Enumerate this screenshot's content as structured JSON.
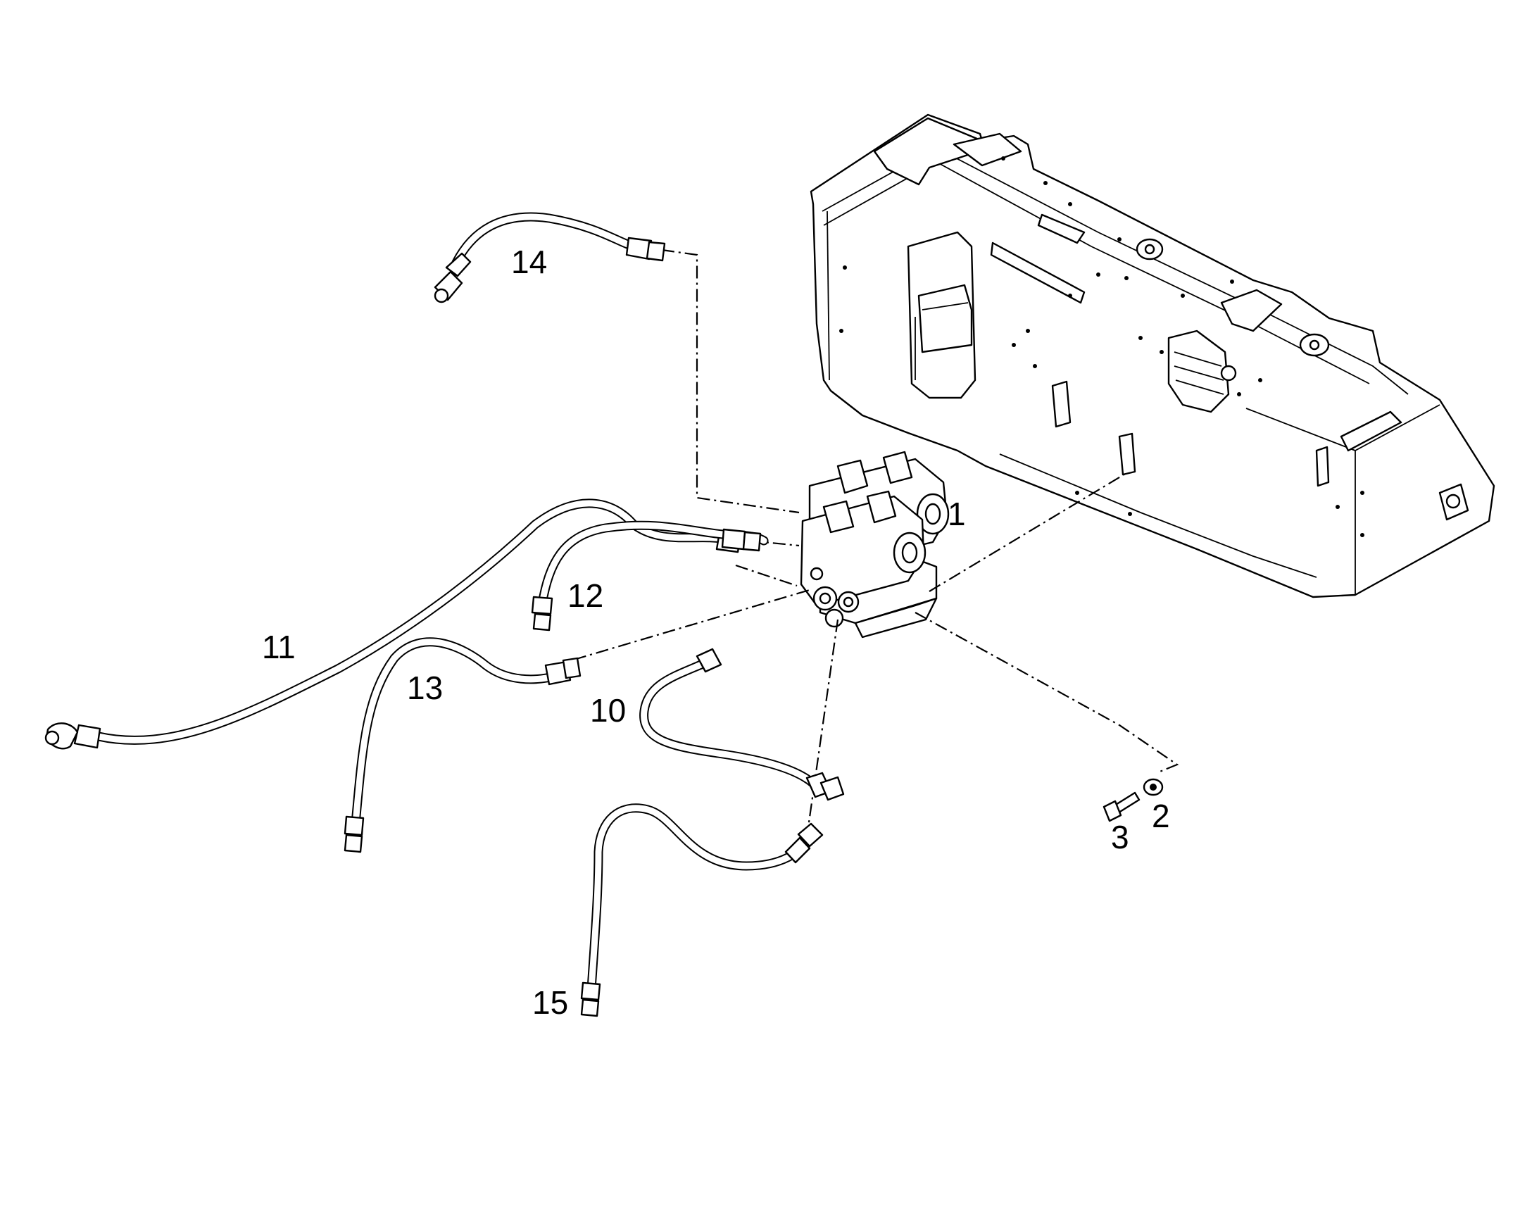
{
  "callouts": {
    "c1": "1",
    "c2": "2",
    "c3": "3",
    "c10": "10",
    "c11": "11",
    "c12": "12",
    "c13": "13",
    "c14": "14",
    "c15": "15"
  }
}
